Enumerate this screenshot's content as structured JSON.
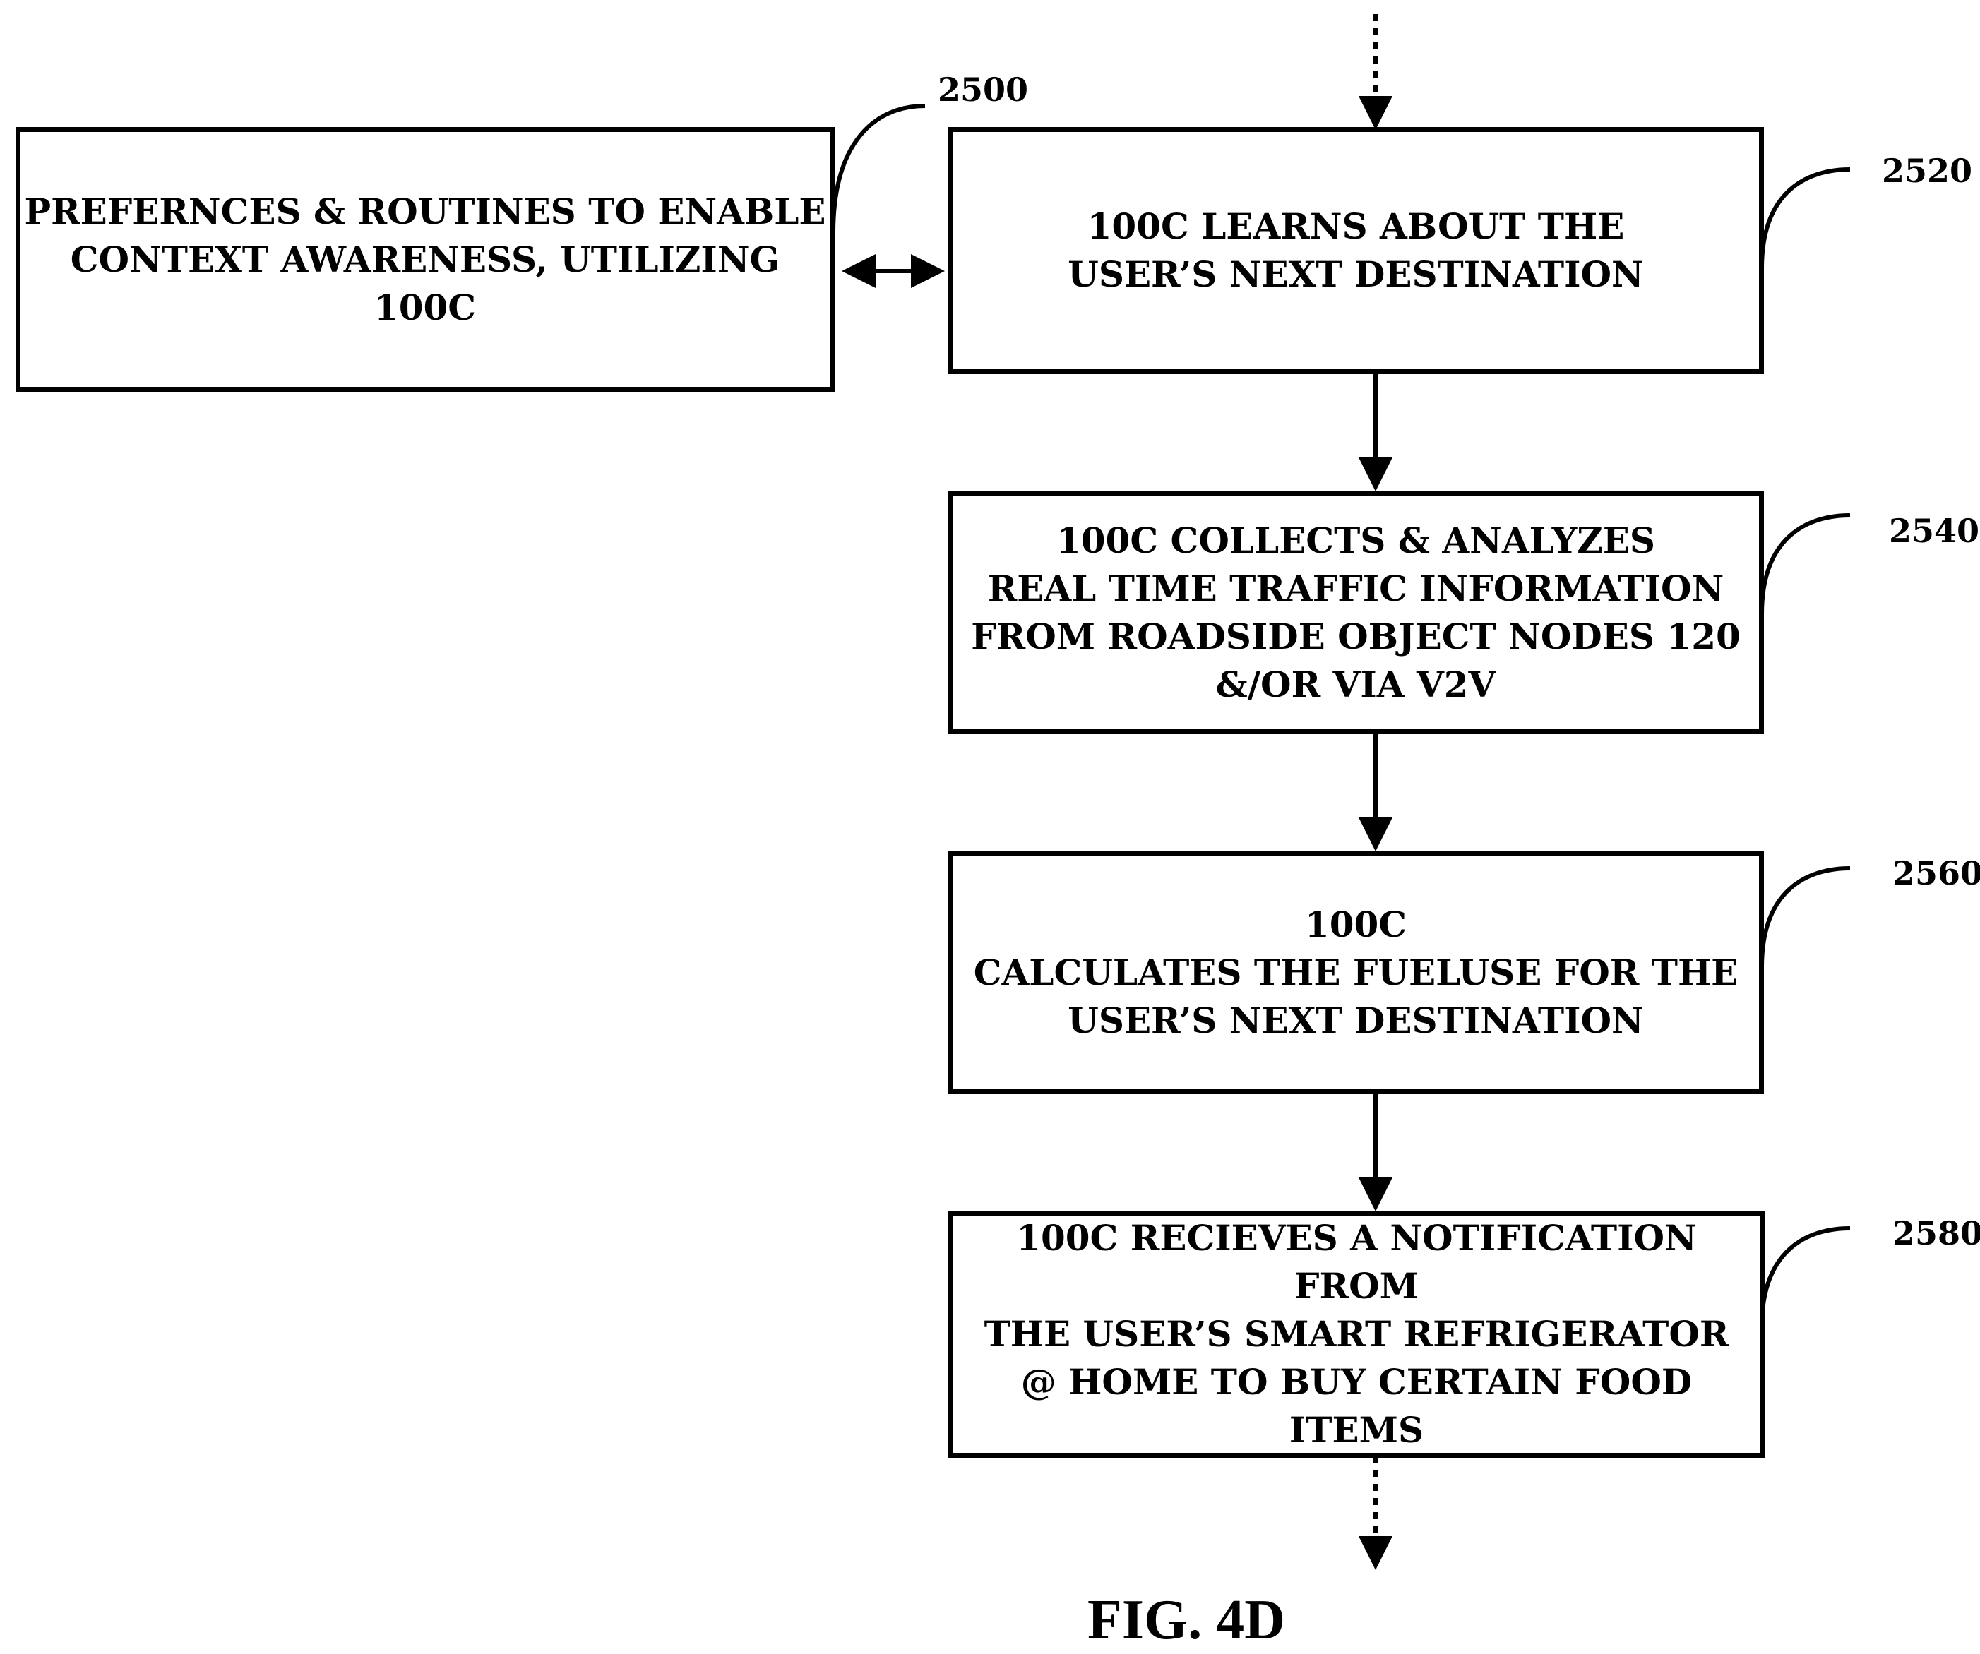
{
  "figure": {
    "label": "FIG. 4D"
  },
  "blocks": [
    {
      "ref": "2500",
      "text": "PREFERNCES & ROUTINES TO ENABLE\nCONTEXT AWARENESS,  UTILIZING\n100C"
    },
    {
      "ref": "2520",
      "text": "100C LEARNS ABOUT THE\nUSER’S NEXT DESTINATION"
    },
    {
      "ref": "2540",
      "text": "100C COLLECTS & ANALYZES\nREAL TIME TRAFFIC INFORMATION\nFROM ROADSIDE OBJECT NODES 120\n&/OR VIA V2V"
    },
    {
      "ref": "2560",
      "text": "100C\nCALCULATES THE FUELUSE FOR THE\nUSER’S NEXT DESTINATION"
    },
    {
      "ref": "2580",
      "text": "100C RECIEVES A NOTIFICATION FROM\nTHE USER’S SMART REFRIGERATOR\n@ HOME TO BUY CERTAIN FOOD ITEMS"
    }
  ],
  "connectors": [
    {
      "from": "entry",
      "to": "2520",
      "style": "dotted"
    },
    {
      "from": "2500",
      "to": "2520",
      "style": "bidirectional"
    },
    {
      "from": "2520",
      "to": "2540",
      "style": "solid"
    },
    {
      "from": "2540",
      "to": "2560",
      "style": "solid"
    },
    {
      "from": "2560",
      "to": "2580",
      "style": "solid"
    },
    {
      "from": "2580",
      "to": "exit",
      "style": "dotted"
    }
  ],
  "colors": {
    "stroke": "#000000",
    "background": "#ffffff"
  }
}
